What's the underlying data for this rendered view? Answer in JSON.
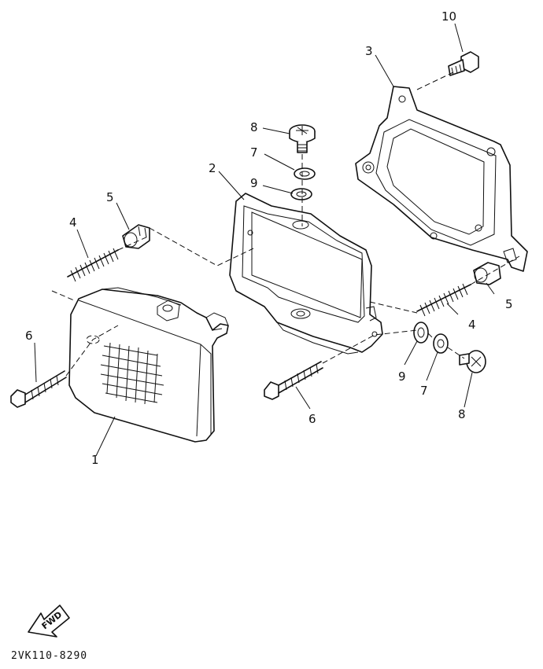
{
  "diagram": {
    "callouts": {
      "headlight": "1",
      "headlight_frame": "2",
      "mounting_bracket": "3",
      "spring_left": "4",
      "spring_right": "4",
      "nut_left": "5",
      "nut_right": "5",
      "screw_left": "6",
      "screw_right": "6",
      "lock_washer_top": "7",
      "lock_washer_right": "7",
      "bolt_top": "8",
      "bolt_right": "8",
      "washer_top": "9",
      "washer_right": "9",
      "bolt_bracket": "10"
    },
    "forward_arrow_label": "FWD",
    "diagram_code": "2VK110-8290"
  }
}
